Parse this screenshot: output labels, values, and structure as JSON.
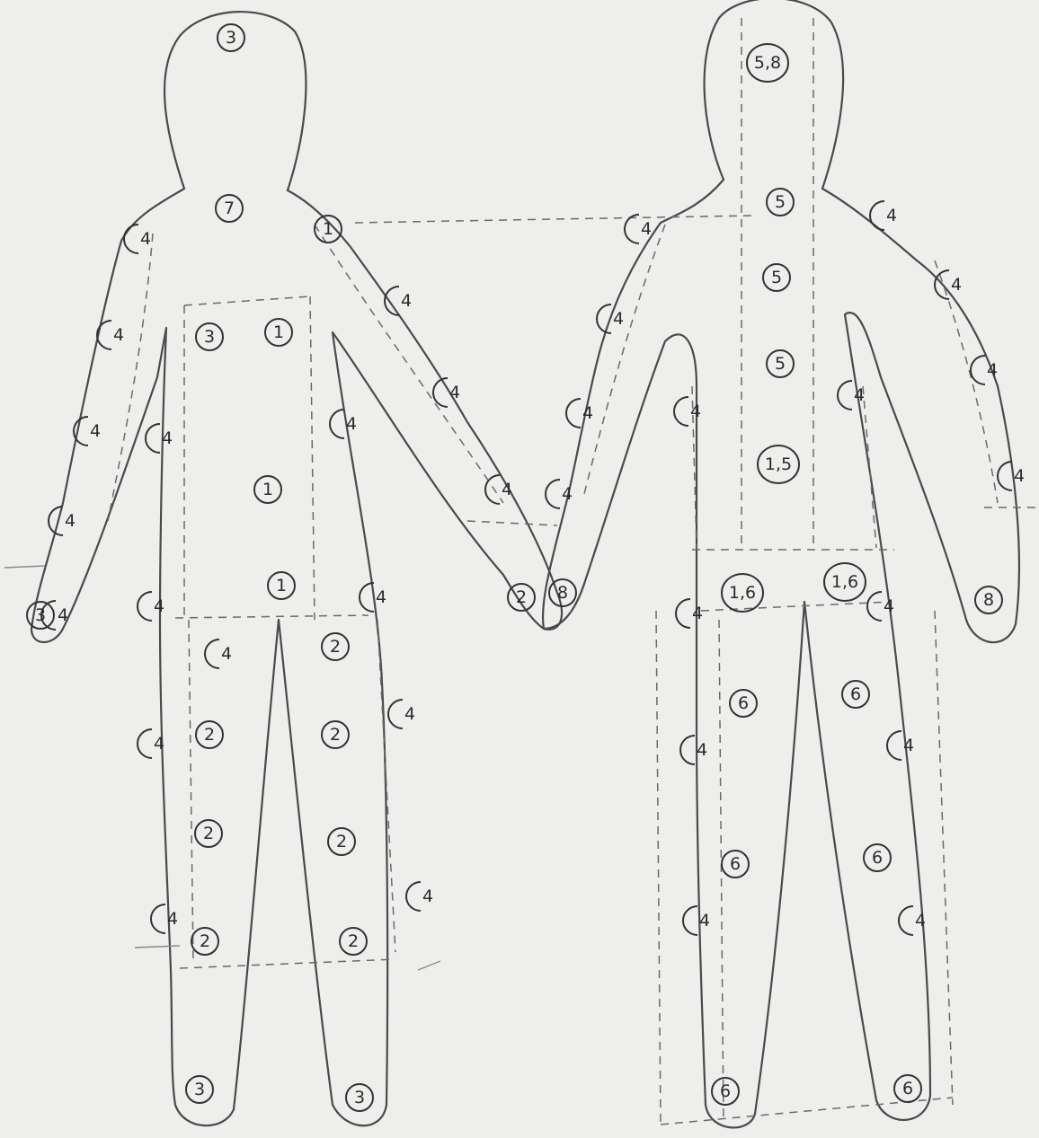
{
  "colors": {
    "paper": "#eeeeed",
    "pencil": "#3a3a3a"
  },
  "figures": [
    {
      "id": "left-figure",
      "markers": [
        {
          "label": "3",
          "style": "circle"
        },
        {
          "label": "7",
          "style": "circle"
        },
        {
          "label": "4",
          "style": "arc"
        },
        {
          "label": "4",
          "style": "arc"
        },
        {
          "label": "4",
          "style": "arc"
        },
        {
          "label": "4",
          "style": "arc"
        },
        {
          "label": "4",
          "style": "arc"
        },
        {
          "label": "4",
          "style": "arc"
        },
        {
          "label": "3",
          "style": "circle"
        },
        {
          "label": "1",
          "style": "circle"
        },
        {
          "label": "1",
          "style": "circle"
        },
        {
          "label": "1",
          "style": "circle"
        },
        {
          "label": "1",
          "style": "circle"
        },
        {
          "label": "4",
          "style": "arc"
        },
        {
          "label": "4",
          "style": "arc"
        },
        {
          "label": "4",
          "style": "arc"
        },
        {
          "label": "4",
          "style": "arc"
        },
        {
          "label": "4",
          "style": "arc"
        },
        {
          "label": "4",
          "style": "arc"
        },
        {
          "label": "4",
          "style": "arc"
        },
        {
          "label": "4",
          "style": "arc"
        },
        {
          "label": "4",
          "style": "arc"
        },
        {
          "label": "4",
          "style": "arc"
        },
        {
          "label": "4",
          "style": "arc"
        },
        {
          "label": "2",
          "style": "circle"
        },
        {
          "label": "2",
          "style": "circle"
        },
        {
          "label": "2",
          "style": "circle"
        },
        {
          "label": "2",
          "style": "circle"
        },
        {
          "label": "2",
          "style": "circle"
        },
        {
          "label": "2",
          "style": "circle"
        },
        {
          "label": "2",
          "style": "circle"
        },
        {
          "label": "2",
          "style": "circle"
        },
        {
          "label": "3",
          "style": "circle"
        },
        {
          "label": "3",
          "style": "circle"
        },
        {
          "label": "3",
          "style": "circle"
        }
      ]
    },
    {
      "id": "right-figure",
      "markers": [
        {
          "label": "5,8",
          "style": "circle"
        },
        {
          "label": "5",
          "style": "circle"
        },
        {
          "label": "5",
          "style": "circle"
        },
        {
          "label": "5",
          "style": "circle"
        },
        {
          "label": "1,5",
          "style": "circle"
        },
        {
          "label": "1,6",
          "style": "circle"
        },
        {
          "label": "1,6",
          "style": "circle"
        },
        {
          "label": "8",
          "style": "circle"
        },
        {
          "label": "4",
          "style": "arc"
        },
        {
          "label": "4",
          "style": "arc"
        },
        {
          "label": "4",
          "style": "arc"
        },
        {
          "label": "4",
          "style": "arc"
        },
        {
          "label": "4",
          "style": "arc"
        },
        {
          "label": "4",
          "style": "arc"
        },
        {
          "label": "4",
          "style": "arc"
        },
        {
          "label": "4",
          "style": "arc"
        },
        {
          "label": "4",
          "style": "arc"
        },
        {
          "label": "4",
          "style": "arc"
        },
        {
          "label": "4",
          "style": "arc"
        },
        {
          "label": "4",
          "style": "arc"
        },
        {
          "label": "4",
          "style": "arc"
        },
        {
          "label": "4",
          "style": "arc"
        },
        {
          "label": "4",
          "style": "arc"
        },
        {
          "label": "4",
          "style": "arc"
        },
        {
          "label": "8",
          "style": "circle"
        },
        {
          "label": "6",
          "style": "circle"
        },
        {
          "label": "6",
          "style": "circle"
        },
        {
          "label": "6",
          "style": "circle"
        },
        {
          "label": "6",
          "style": "circle"
        },
        {
          "label": "6",
          "style": "circle"
        },
        {
          "label": "6",
          "style": "circle"
        }
      ]
    }
  ]
}
